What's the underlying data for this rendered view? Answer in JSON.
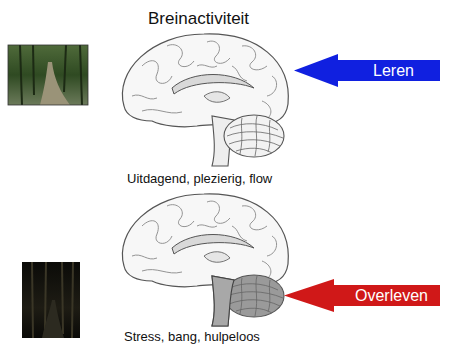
{
  "diagram": {
    "title": "Breinactiviteit",
    "nodes": [
      {
        "text": [
          "Leren"
        ]
      },
      {
        "text": [
          "Overleven"
        ]
      }
    ],
    "labels": [
      "Uitdagend, plezierig, flow",
      "Stress, bang, hulpeloos"
    ]
  }
}
